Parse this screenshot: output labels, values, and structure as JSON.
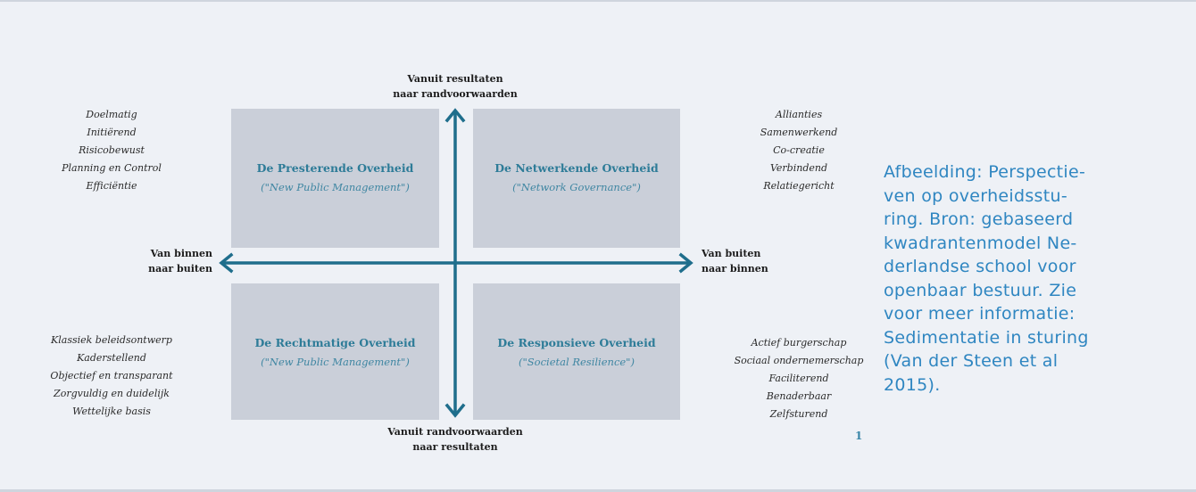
{
  "axes": {
    "top": [
      "Vanuit resultaten",
      "naar randvoorwaarden"
    ],
    "bottom": [
      "Vanuit randvoorwaarden",
      "naar resultaten"
    ],
    "left": [
      "Van binnen",
      "naar buiten"
    ],
    "right": [
      "Van buiten",
      "naar binnen"
    ]
  },
  "quadrants": {
    "top_left": {
      "title": "De Presterende Overheid",
      "subtitle": "(\"New Public Management\")"
    },
    "top_right": {
      "title": "De Netwerkende Overheid",
      "subtitle": "(\"Network Governance\")"
    },
    "bottom_left": {
      "title": "De Rechtmatige Overheid",
      "subtitle": "(\"New Public Management\")"
    },
    "bottom_right": {
      "title": "De Responsieve Overheid",
      "subtitle": "(\"Societal Resilience\")"
    }
  },
  "traits": {
    "top_left": [
      "Doelmatig",
      "Initiërend",
      "Risicobewust",
      "Planning en Control",
      "Efficiëntie"
    ],
    "top_right": [
      "Allianties",
      "Samenwerkend",
      "Co-creatie",
      "Verbindend",
      "Relatiegericht"
    ],
    "bottom_left": [
      "Klassiek beleidsontwerp",
      "Kaderstellend",
      "Objectief en transparant",
      "Zorgvuldig en duidelijk",
      "Wettelijke basis"
    ],
    "bottom_right": [
      "Actief burgerschap",
      "Sociaal ondernemerschap",
      "Faciliterend",
      "Benaderbaar",
      "Zelfsturend"
    ]
  },
  "page_number": "1",
  "caption_lines": [
    "Afbeelding: Perspectie-",
    "ven op overheidsstu-",
    "ring. Bron: gebaseerd",
    "kwadrantenmodel Ne-",
    "derlandse school voor",
    "openbaar bestuur. Zie",
    "voor meer informatie:",
    "Sedimentatie in sturing",
    "(Van der Steen et al",
    "2015)."
  ],
  "colors": {
    "background": "#eef1f6",
    "quadrant_fill": "#cacfd9",
    "axis": "#1f6e8c",
    "quadrant_title": "#2e7c98",
    "caption": "#2f86c1"
  }
}
